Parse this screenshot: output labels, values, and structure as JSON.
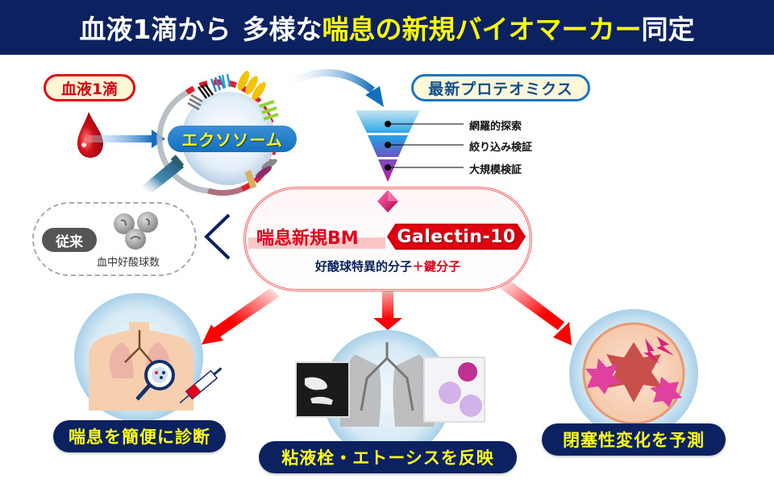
{
  "title": {
    "part1": "血液1滴から",
    "part2": "多様な",
    "highlight": "喘息の新規バイオマーカー",
    "part3": "同定"
  },
  "source": {
    "blood_label": "血液1滴",
    "exosome_label": "エクソソーム"
  },
  "proteomics": {
    "label": "最新プロテオミクス",
    "steps": [
      {
        "label": "網羅的探索"
      },
      {
        "label": "絞り込み検証"
      },
      {
        "label": "大規模検証"
      }
    ]
  },
  "conventional": {
    "badge": "従来",
    "label": "血中好酸球数",
    "comparison_symbol": "<"
  },
  "biomarker": {
    "title": "喘息新規BM",
    "name": "Galectin-10",
    "subtitle_main": "好酸球特異的分子",
    "subtitle_plus": "＋鍵分子"
  },
  "outcomes": [
    {
      "label": "喘息を簡便に診断"
    },
    {
      "label": "粘液栓・エトーシスを反映"
    },
    {
      "label": "閉塞性変化を予測"
    }
  ],
  "colors": {
    "navy": "#0b2160",
    "yellow": "#ffff1a",
    "red": "#e0001b",
    "blue": "#1a74c4"
  }
}
